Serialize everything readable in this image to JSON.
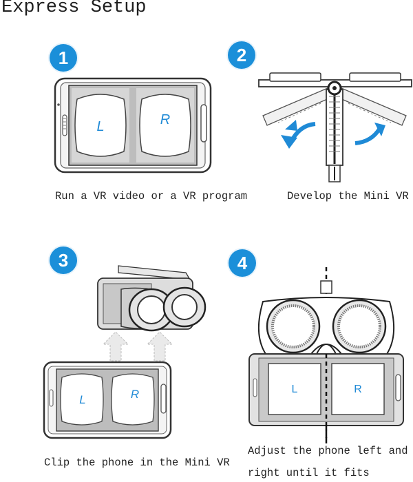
{
  "title": "Express Setup",
  "steps": [
    {
      "number": "1",
      "caption": "Run a VR video or a VR program",
      "lens_left": "L",
      "lens_right": "R"
    },
    {
      "number": "2",
      "caption": "Develop the Mini VR"
    },
    {
      "number": "3",
      "caption": "Clip the phone in the Mini VR",
      "lens_left": "L",
      "lens_right": "R"
    },
    {
      "number": "4",
      "caption_line1": "Adjust the phone left and",
      "caption_line2": "right until it fits",
      "lens_left": "L",
      "lens_right": "R"
    }
  ],
  "colors": {
    "badge": "#1b8fd9",
    "arrow": "#1f8ad6",
    "line": "#333333"
  }
}
